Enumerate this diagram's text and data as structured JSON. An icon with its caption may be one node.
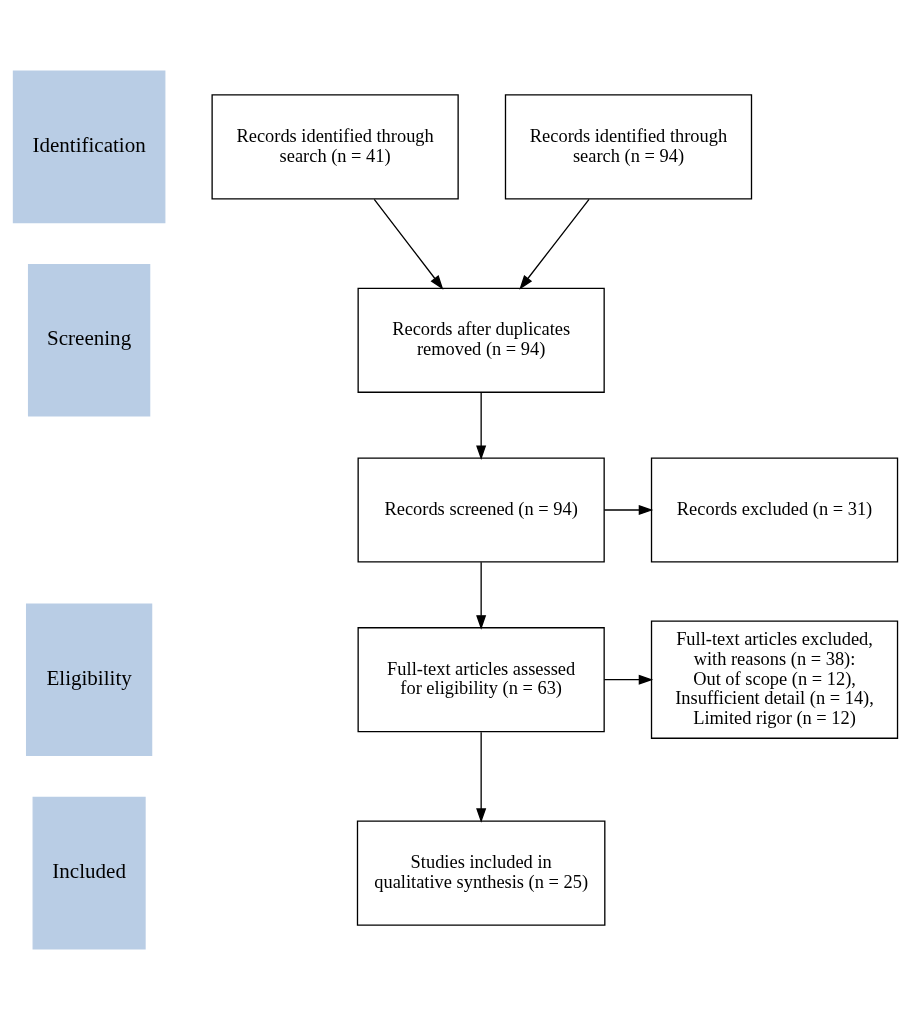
{
  "diagram": {
    "nodes": [
      {
        "text": [
          "Identification"
        ]
      },
      {
        "text": [
          "Screening"
        ]
      },
      {
        "text": [
          "Eligibility"
        ]
      },
      {
        "text": [
          "Included"
        ]
      },
      {
        "text": [
          "Records identified through search (n = 41)"
        ]
      },
      {
        "text": [
          "Records identified through search (n = 94)"
        ]
      },
      {
        "text": [
          "Records after duplicates removed (n = 94)"
        ]
      },
      {
        "text": [
          "Records screened (n = 94)"
        ]
      },
      {
        "text": [
          "Records excluded (n = 31)"
        ]
      },
      {
        "text": [
          "Full-text articles assessed for eligibility (n = 63)"
        ]
      },
      {
        "text": [
          "Full-text articles excluded, with reasons (n = 38):",
          "Out of scope (n = 12), Insufficient detail (n = 14), Limited rigor (n = 12)"
        ]
      },
      {
        "text": [
          "Studies included in qualitative synthesis (n = 25)"
        ]
      }
    ],
    "edges": [
      {
        "from": 4,
        "to": 6,
        "arrow": "to"
      },
      {
        "from": 5,
        "to": 6,
        "arrow": "to"
      },
      {
        "from": 6,
        "to": 7,
        "arrow": "to"
      },
      {
        "from": 7,
        "to": 8,
        "arrow": "to"
      },
      {
        "from": 7,
        "to": 9,
        "arrow": "to"
      },
      {
        "from": 9,
        "to": 10,
        "arrow": "to"
      },
      {
        "from": 9,
        "to": 11,
        "arrow": "to"
      }
    ]
  }
}
